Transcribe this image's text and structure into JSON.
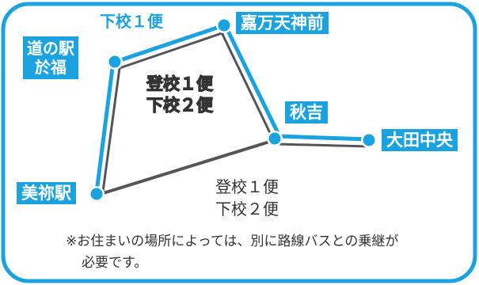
{
  "stations": {
    "kaman_tenjinmae": "嘉万天神前",
    "ofuku_line1": "道の駅",
    "ofuku_line2": "於福",
    "akiyoshi": "秋吉",
    "ota_chuo": "大田中央",
    "mine_eki": "美祢駅"
  },
  "routes": {
    "top_edge": "下校１便",
    "inner_line1": "登校１便",
    "inner_line2": "下校２便",
    "bottom_line1": "登校１便",
    "bottom_line2": "下校２便"
  },
  "note": {
    "line1": "※お住まいの場所によっては、別に路線バスとの乗継が",
    "line2": "必要です。"
  },
  "colors": {
    "accent_blue": "#1aa3e0",
    "route_dark": "#555555",
    "text_dark": "#333333"
  }
}
